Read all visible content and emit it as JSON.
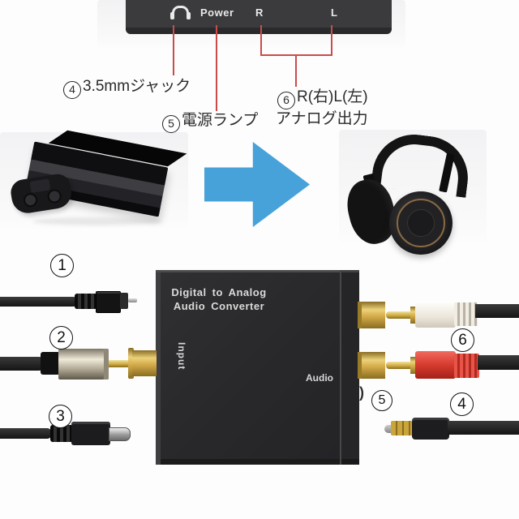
{
  "panel": {
    "power_label": "Power",
    "right_label": "R",
    "left_label": "L"
  },
  "annotations": {
    "jack": {
      "num": "4",
      "text": "3.5mmジャック"
    },
    "lamp": {
      "num": "5",
      "text": "電源ランプ"
    },
    "analog": {
      "num": "6",
      "line1": "R(右)L(左)",
      "line2": "アナログ出力"
    }
  },
  "device": {
    "title_line1": "Digital to Analog",
    "title_line2": "Audio Converter",
    "input_label": "Input",
    "audio_label": "Audio",
    "edge_fragment": ")"
  },
  "callouts": {
    "optical": "1",
    "coaxial": "2",
    "dc_power": "3",
    "jack35": "4",
    "power_lamp": "5",
    "analog_out": "6"
  },
  "colors": {
    "arrow": "#46a2d9",
    "panel_bar": "#3b3b3d",
    "callout_line": "#cc4b4a",
    "gold": "#d4ab4a",
    "rca_white": "#efe9dd",
    "rca_red": "#d6372b"
  }
}
